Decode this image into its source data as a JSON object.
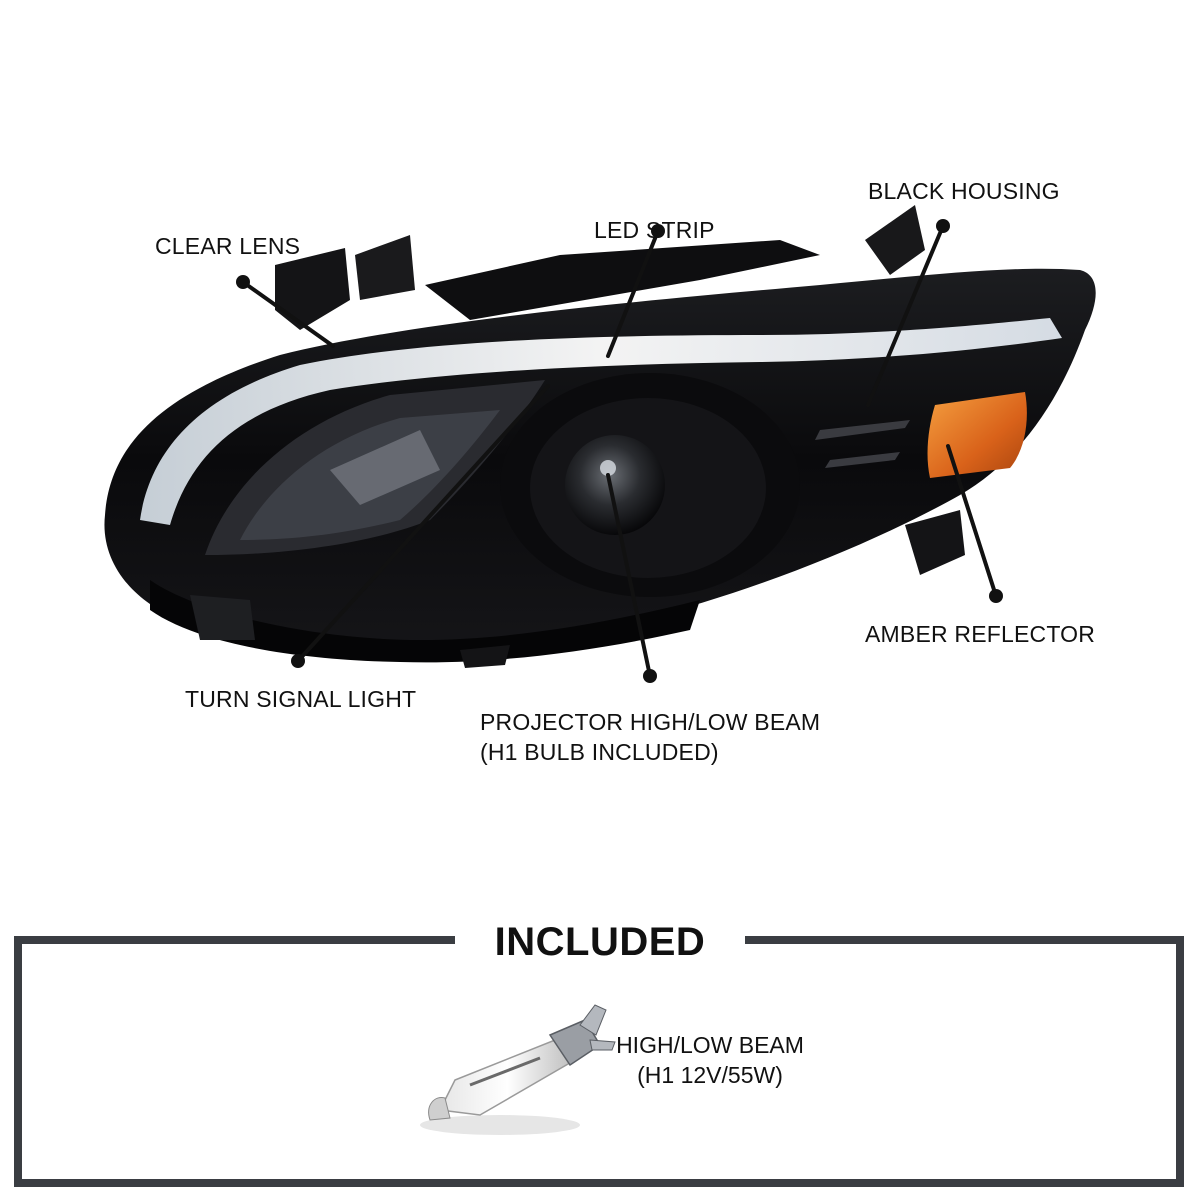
{
  "callouts": {
    "clear_lens": "CLEAR LENS",
    "led_strip": "LED STRIP",
    "black_housing": "BLACK HOUSING",
    "amber_reflector": "AMBER REFLECTOR",
    "turn_signal_light": "TURN SIGNAL LIGHT",
    "projector_line1": "PROJECTOR HIGH/LOW BEAM",
    "projector_line2": "(H1 BULB INCLUDED)"
  },
  "included": {
    "title": "INCLUDED",
    "bulb_line1": "HIGH/LOW BEAM",
    "bulb_line2": "(H1 12V/55W)"
  },
  "colors": {
    "frame": "#3a3d42",
    "housing": "#0d0d0f",
    "amber": "#e0701a",
    "led": "#e8f0f8"
  },
  "icons": {
    "headlight": "headlight-assembly-image",
    "bulb": "h1-halogen-bulb-image"
  }
}
